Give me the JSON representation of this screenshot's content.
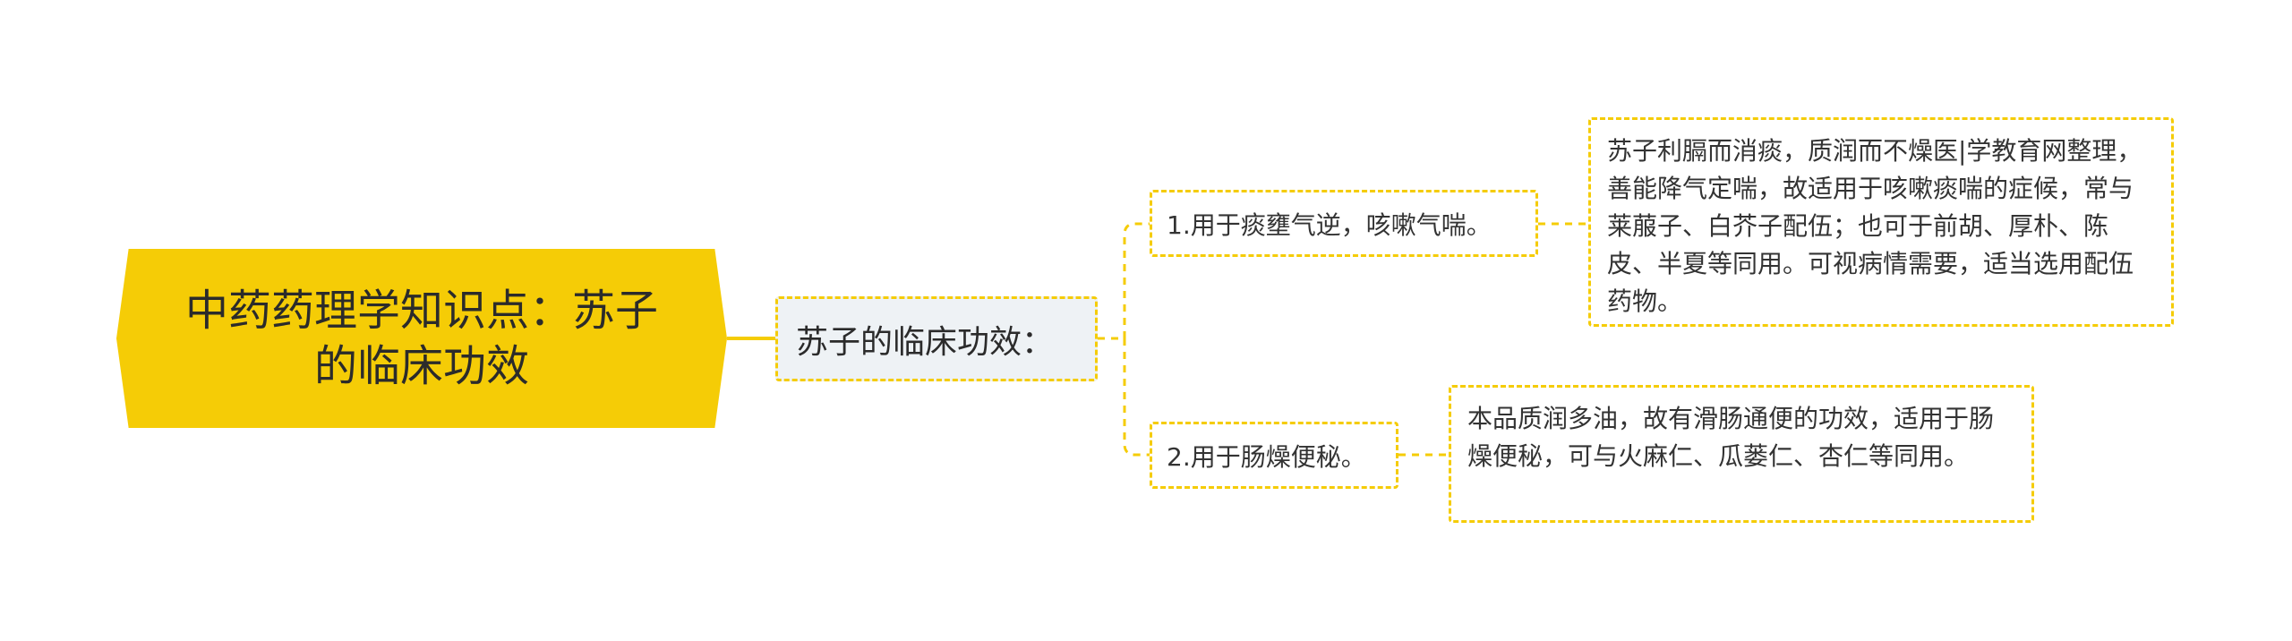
{
  "root": {
    "line1": "中药药理学知识点：苏子",
    "line2": "的临床功效"
  },
  "level1": {
    "label": "苏子的临床功效："
  },
  "branches": [
    {
      "label": "1.用于痰壅气逆，咳嗽气喘。",
      "detail": "苏子利膈而消痰，质润而不燥医|学教育网整理，善能降气定喘，故适用于咳嗽痰喘的症候，常与莱菔子、白芥子配伍；也可于前胡、厚朴、陈皮、半夏等同用。可视病情需要，适当选用配伍药物。"
    },
    {
      "label": "2.用于肠燥便秘。",
      "detail": "本品质润多油，故有滑肠通便的功效，适用于肠燥便秘，可与火麻仁、瓜蒌仁、杏仁等同用。"
    }
  ],
  "colors": {
    "accent": "#f5cc06",
    "root_fill": "#f5cc06",
    "level1_fill": "#eef2f5",
    "text": "#333333"
  }
}
